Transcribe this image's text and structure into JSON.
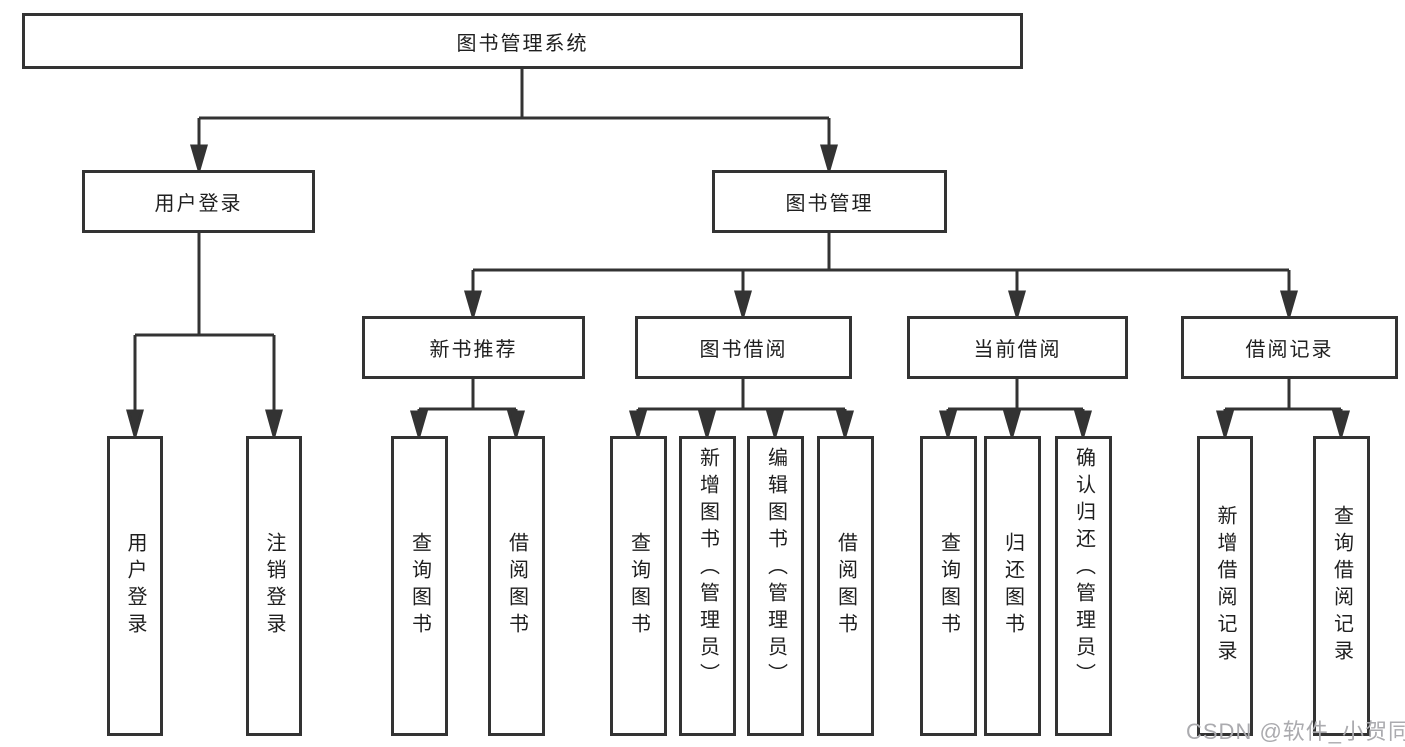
{
  "tree": {
    "root": {
      "label": "图书管理系统",
      "children": [
        {
          "label": "用户登录",
          "children": [
            {
              "label": "用户登录"
            },
            {
              "label": "注销登录"
            }
          ]
        },
        {
          "label": "图书管理",
          "children": [
            {
              "label": "新书推荐",
              "children": [
                {
                  "label": "查询图书"
                },
                {
                  "label": "借阅图书"
                }
              ]
            },
            {
              "label": "图书借阅",
              "children": [
                {
                  "label": "查询图书"
                },
                {
                  "label": "新增图书（管理员）"
                },
                {
                  "label": "编辑图书（管理员）"
                },
                {
                  "label": "借阅图书"
                }
              ]
            },
            {
              "label": "当前借阅",
              "children": [
                {
                  "label": "查询图书"
                },
                {
                  "label": "归还图书"
                },
                {
                  "label": "确认归还（管理员）"
                }
              ]
            },
            {
              "label": "借阅记录",
              "children": [
                {
                  "label": "新增借阅记录"
                },
                {
                  "label": "查询借阅记录"
                }
              ]
            }
          ]
        }
      ]
    }
  },
  "watermark": {
    "text": "CSDN @软件_小贺同学"
  },
  "colors": {
    "line": "#333333",
    "box_border": "#333333",
    "text": "#1f1f1f",
    "watermark": "#ababaf",
    "background": "#ffffff"
  }
}
